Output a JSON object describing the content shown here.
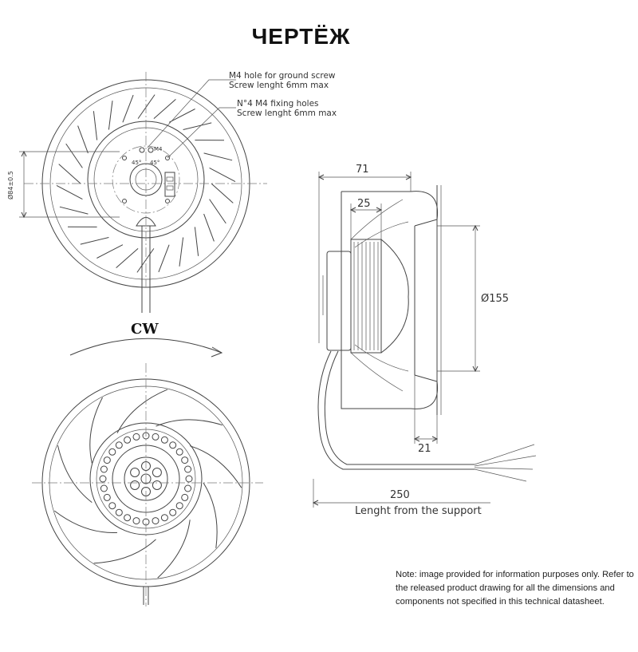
{
  "title": "ЧЕРТЁЖ",
  "callouts": {
    "ground_hole_line1": "M4 hole for ground screw",
    "ground_hole_line2": "Screw lenght 6mm max",
    "fixing_holes_line1": "N°4 M4 fixing holes",
    "fixing_holes_line2": "Screw lenght 6mm max"
  },
  "front_view": {
    "bolt_circle_label": "Ø84±0.5",
    "thread_label": "M4",
    "angle_left": "45°",
    "angle_right": "45°"
  },
  "rotation_label": "CW",
  "dimensions": {
    "width_total": "71",
    "motor_depth": "25",
    "diameter": "Ø155",
    "inlet_depth": "21",
    "cable_length": "250",
    "cable_length_caption": "Lenght from the support"
  },
  "note": "Note: image provided for information purposes only. Refer to the released product drawing for all the dimensions  and components not specified in this technical datasheet."
}
